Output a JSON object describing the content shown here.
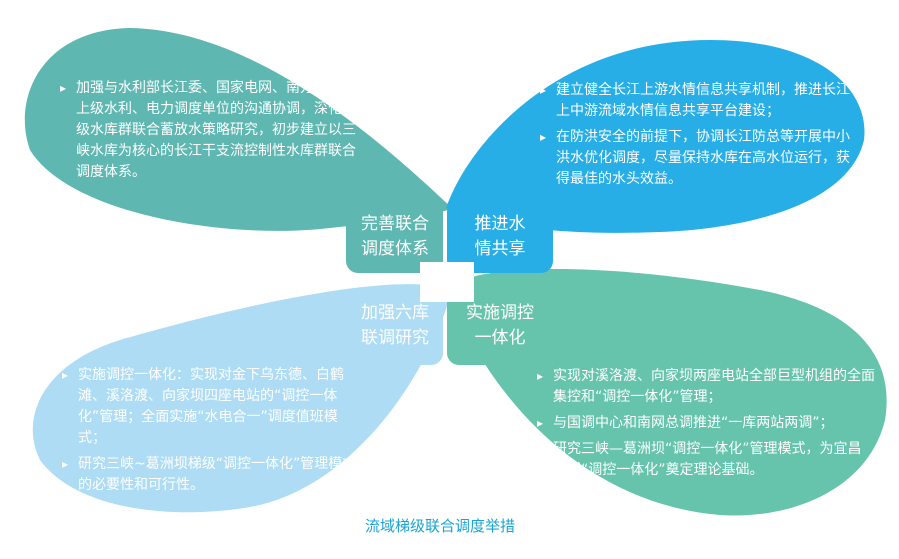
{
  "colors": {
    "top_left": "#5fb7b1",
    "top_right": "#27aee7",
    "bottom_left": "#aedcf5",
    "bottom_right": "#66c4ac",
    "caption": "#1aa4d6"
  },
  "center": {
    "top_left": [
      "完善联合",
      "调度体系"
    ],
    "top_right": [
      "推进水",
      "情共享"
    ],
    "bottom_left": [
      "加强六库",
      "联调研究"
    ],
    "bottom_right": [
      "实施调控",
      "一体化"
    ]
  },
  "panels": {
    "top_left": [
      "加强与水利部长江委、国家电网、南方电网等上级水利、电力调度单位的沟通协调，深化梯级水库群联合蓄放水策略研究，初步建立以三峡水库为核心的长江干支流控制性水库群联合调度体系。"
    ],
    "top_right": [
      "建立健全长江上游水情信息共享机制，推进长江上中游流域水情信息共享平台建设；",
      "在防洪安全的前提下，协调长江防总等开展中小洪水优化调度，尽量保持水库在高水位运行，获得最佳的水头效益。"
    ],
    "bottom_left": [
      "实施调控一体化：实现对金下乌东德、白鹤滩、溪洛渡、向家坝四座电站的“调控一体化”管理；全面实施“水电合一”调度值班模式；",
      "研究三峡~葛洲坝梯级“调控一体化”管理模式的必要性和可行性。"
    ],
    "bottom_right": [
      "实现对溪洛渡、向家坝两座电站全部巨型机组的全面集控和“调控一体化”管理；",
      "与国调中心和南网总调推进“一库两站两调”；",
      "研究三峡—葛洲坝“调控一体化”管理模式，为宜昌区域“调控一体化”奠定理论基础。"
    ]
  },
  "bullet_icon": "triangle-right-icon",
  "caption": "流域梯级联合调度举措"
}
